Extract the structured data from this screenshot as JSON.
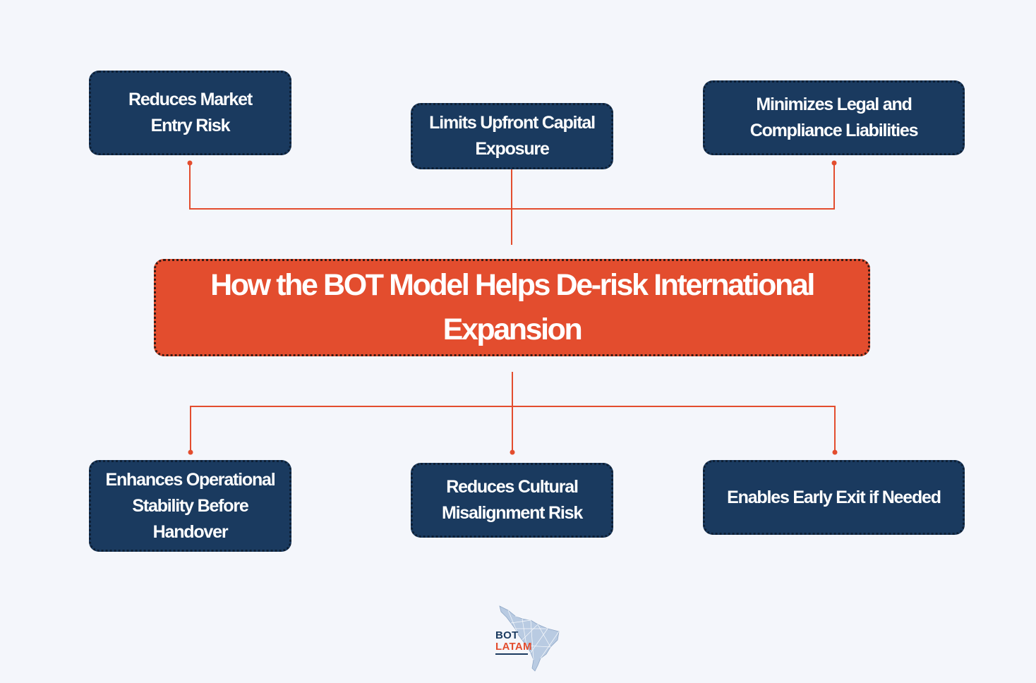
{
  "diagram": {
    "title": "How the BOT Model Helps De-risk International Expansion",
    "top_nodes": [
      {
        "label": "Reduces Market Entry Risk"
      },
      {
        "label": "Limits Upfront Capital Exposure"
      },
      {
        "label": "Minimizes Legal and Compliance Liabilities"
      }
    ],
    "bottom_nodes": [
      {
        "label": "Enhances Operational Stability Before Handover"
      },
      {
        "label": "Reduces Cultural Misalignment Risk"
      },
      {
        "label": "Enables Early Exit if Needed"
      }
    ]
  },
  "logo": {
    "line1": "BOT",
    "line2": "LATAM",
    "icon": "south-america-map-icon"
  },
  "colors": {
    "background": "#f4f6fb",
    "node_fill": "#1a3a5f",
    "center_fill": "#e34d2e",
    "connector": "#e34d2e",
    "logo_dark": "#1a3a5f",
    "logo_accent": "#e34d2e"
  }
}
